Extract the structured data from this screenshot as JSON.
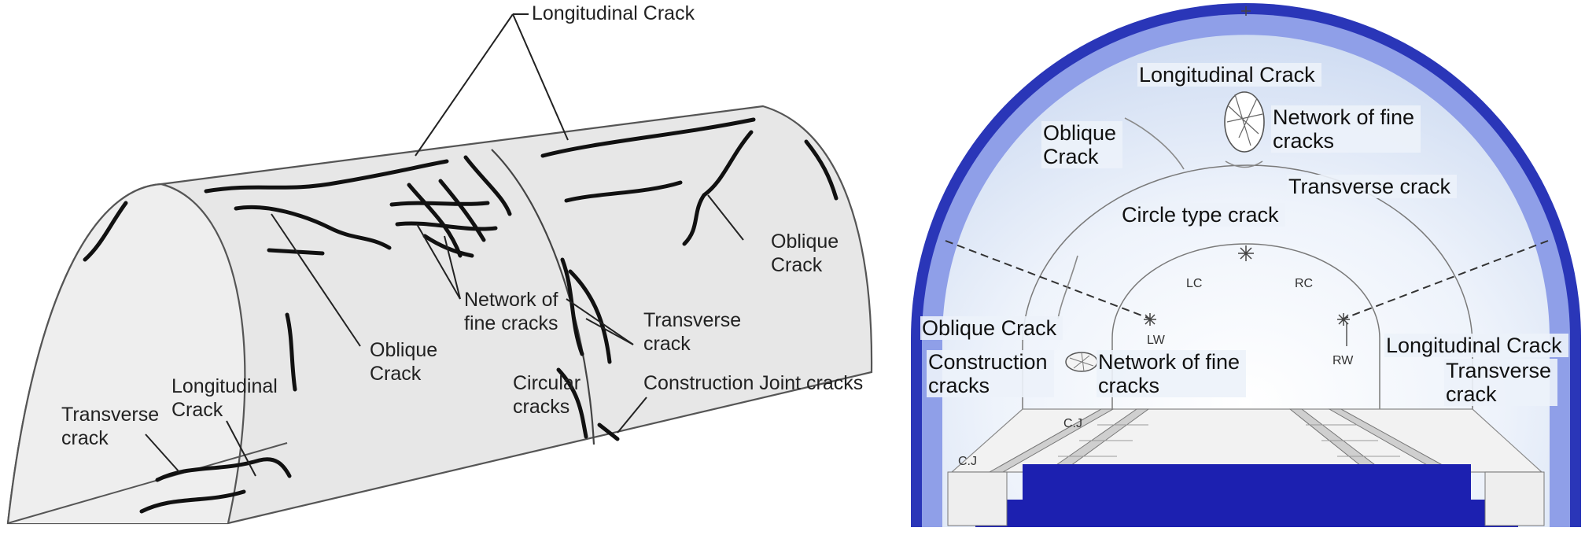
{
  "left_panel": {
    "labels": {
      "longitudinal_top": "Longitudinal Crack",
      "network": "Network of\nfine cracks",
      "oblique_right": "Oblique\nCrack",
      "oblique_mid": "Oblique\nCrack",
      "transverse_mid": "Transverse\ncrack",
      "circular": "Circular\ncracks",
      "construction_joint": "Construction Joint cracks",
      "transverse_left": "Transverse\ncrack",
      "longitudinal_left": "Longitudinal\nCrack"
    }
  },
  "right_panel": {
    "labels": {
      "longitudinal_top": "Longitudinal Crack",
      "network_top": "Network of fine\ncracks",
      "oblique_top": "Oblique\nCrack",
      "transverse_top": "Transverse crack",
      "circle_type": "Circle type crack",
      "oblique_left": "Oblique Crack",
      "construction": "Construction\ncracks",
      "network_low": "Network of fine\ncracks",
      "longitudinal_right": "Longitudinal Crack",
      "transverse_right": "Transverse\ncrack"
    },
    "markers": {
      "lc": "LC",
      "rc": "RC",
      "lw": "LW",
      "rw": "RW",
      "cj_left": "C.J",
      "cj_mid": "C.J"
    }
  }
}
